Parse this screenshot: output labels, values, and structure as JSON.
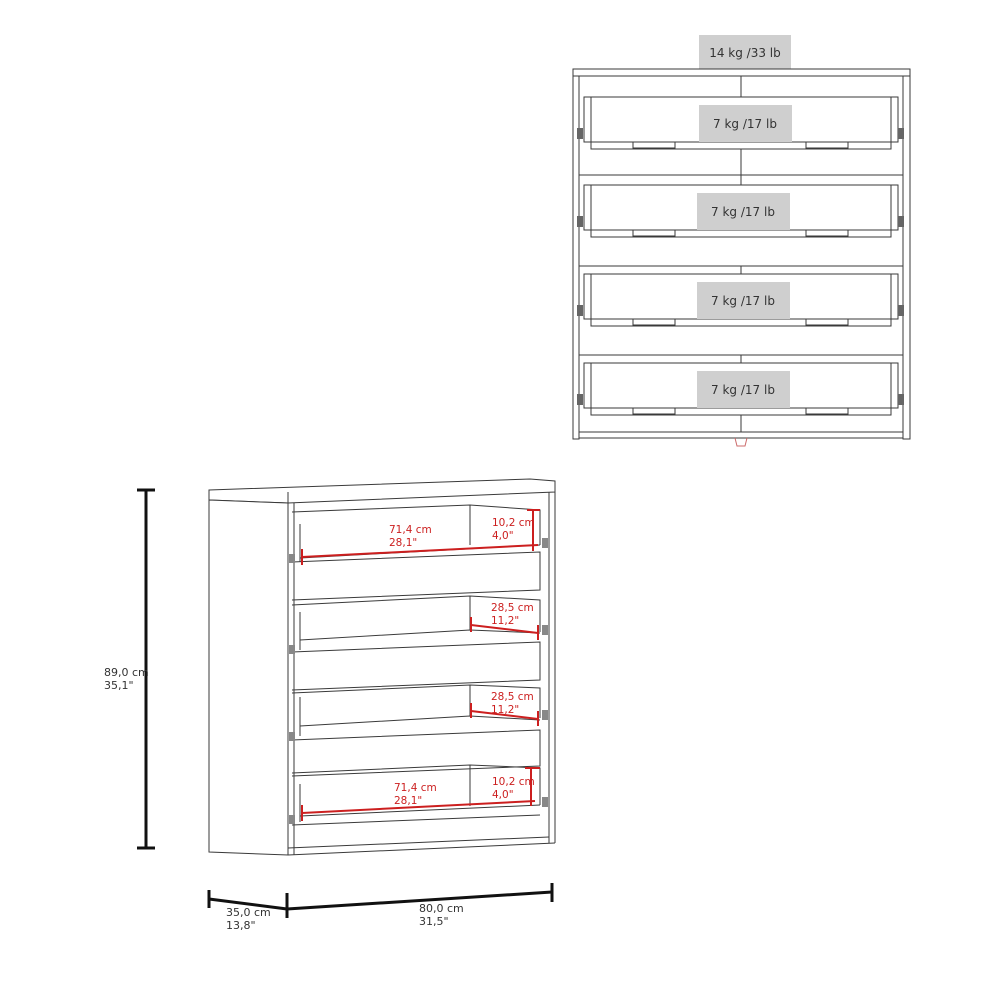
{
  "colors": {
    "background": "#ffffff",
    "line": "#3a3a3a",
    "dimension_line": "#111111",
    "measure_red": "#cc1f1f",
    "weight_box": "#cfcfcf",
    "weight_text": "#333333"
  },
  "front_view": {
    "top_load": "14 kg /33 lb",
    "drawer_loads": [
      "7 kg /17 lb",
      "7 kg /17 lb",
      "7 kg /17 lb",
      "7 kg /17 lb"
    ]
  },
  "overall_dimensions": {
    "height": {
      "cm": "89,0 cm",
      "in": "35,1\""
    },
    "depth": {
      "cm": "35,0 cm",
      "in": "13,8\""
    },
    "width": {
      "cm": "80,0 cm",
      "in": "31,5\""
    }
  },
  "drawer_dimensions": [
    {
      "width": {
        "cm": "71,4 cm",
        "in": "28,1\""
      },
      "height": {
        "cm": "10,2 cm",
        "in": "4,0\""
      }
    },
    {
      "depth": {
        "cm": "28,5 cm",
        "in": "11,2\""
      }
    },
    {
      "depth": {
        "cm": "28,5 cm",
        "in": "11,2\""
      }
    },
    {
      "width": {
        "cm": "71,4 cm",
        "in": "28,1\""
      },
      "height": {
        "cm": "10,2 cm",
        "in": "4,0\""
      }
    }
  ]
}
